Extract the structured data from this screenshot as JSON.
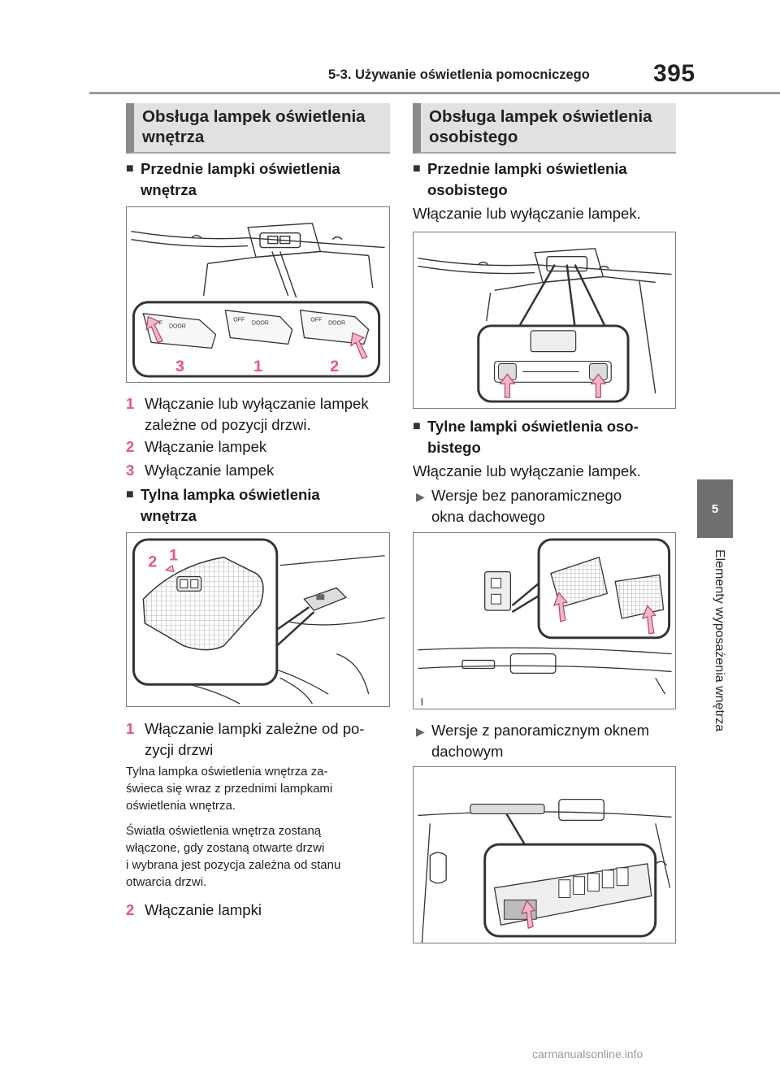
{
  "header": {
    "section": "5-3. Używanie oświetlenia pomocniczego",
    "page": "395"
  },
  "side_tab": {
    "number": "5",
    "label": "Elementy wyposażenia wnętrza"
  },
  "left": {
    "heading_line1": "Obsługa lampek oświetlenia",
    "heading_line2": "wnętrza",
    "front": {
      "title_line1": "Przednie lampki oświetlenia",
      "title_line2": "wnętrza",
      "fig_labels": [
        "3",
        "1",
        "2"
      ],
      "fig_switch": [
        "OFF",
        "DOOR"
      ],
      "items": [
        {
          "num": "1",
          "line1": "Włączanie lub wyłączanie lampek",
          "line2": "zależne od pozycji drzwi."
        },
        {
          "num": "2",
          "line1": "Włączanie lampek"
        },
        {
          "num": "3",
          "line1": "Wyłączanie lampek"
        }
      ]
    },
    "rear": {
      "title_line1": "Tylna lampka oświetlenia",
      "title_line2": "wnętrza",
      "fig_labels": [
        "1",
        "2"
      ],
      "item1": {
        "num": "1",
        "line1": "Włączanie lampki zależne od po-",
        "line2": "zycji drzwi"
      },
      "note1": [
        "Tylna lampka oświetlenia wnętrza za-",
        "świeca się wraz z przednimi lampkami",
        "oświetlenia wnętrza."
      ],
      "note2": [
        "Światła oświetlenia wnętrza zostaną",
        "włączone, gdy zostaną otwarte drzwi",
        "i wybrana jest pozycja zależna od stanu",
        "otwarcia drzwi."
      ],
      "item2": {
        "num": "2",
        "line1": "Włączanie lampki"
      }
    }
  },
  "right": {
    "heading_line1": "Obsługa lampek oświetlenia",
    "heading_line2": "osobistego",
    "front": {
      "title_line1": "Przednie lampki oświetlenia",
      "title_line2": "osobistego",
      "text": "Włączanie lub wyłączanie lampek."
    },
    "rear": {
      "title_line1": "Tylne lampki oświetlenia oso-",
      "title_line2": "bistego",
      "text": "Włączanie lub wyłączanie lampek.",
      "variant1_line1": "Wersje bez panoramicznego",
      "variant1_line2": "okna dachowego",
      "variant2_line1": "Wersje z panoramicznym oknem",
      "variant2_line2": "dachowym"
    }
  },
  "watermark": "carmanualsonline.info"
}
